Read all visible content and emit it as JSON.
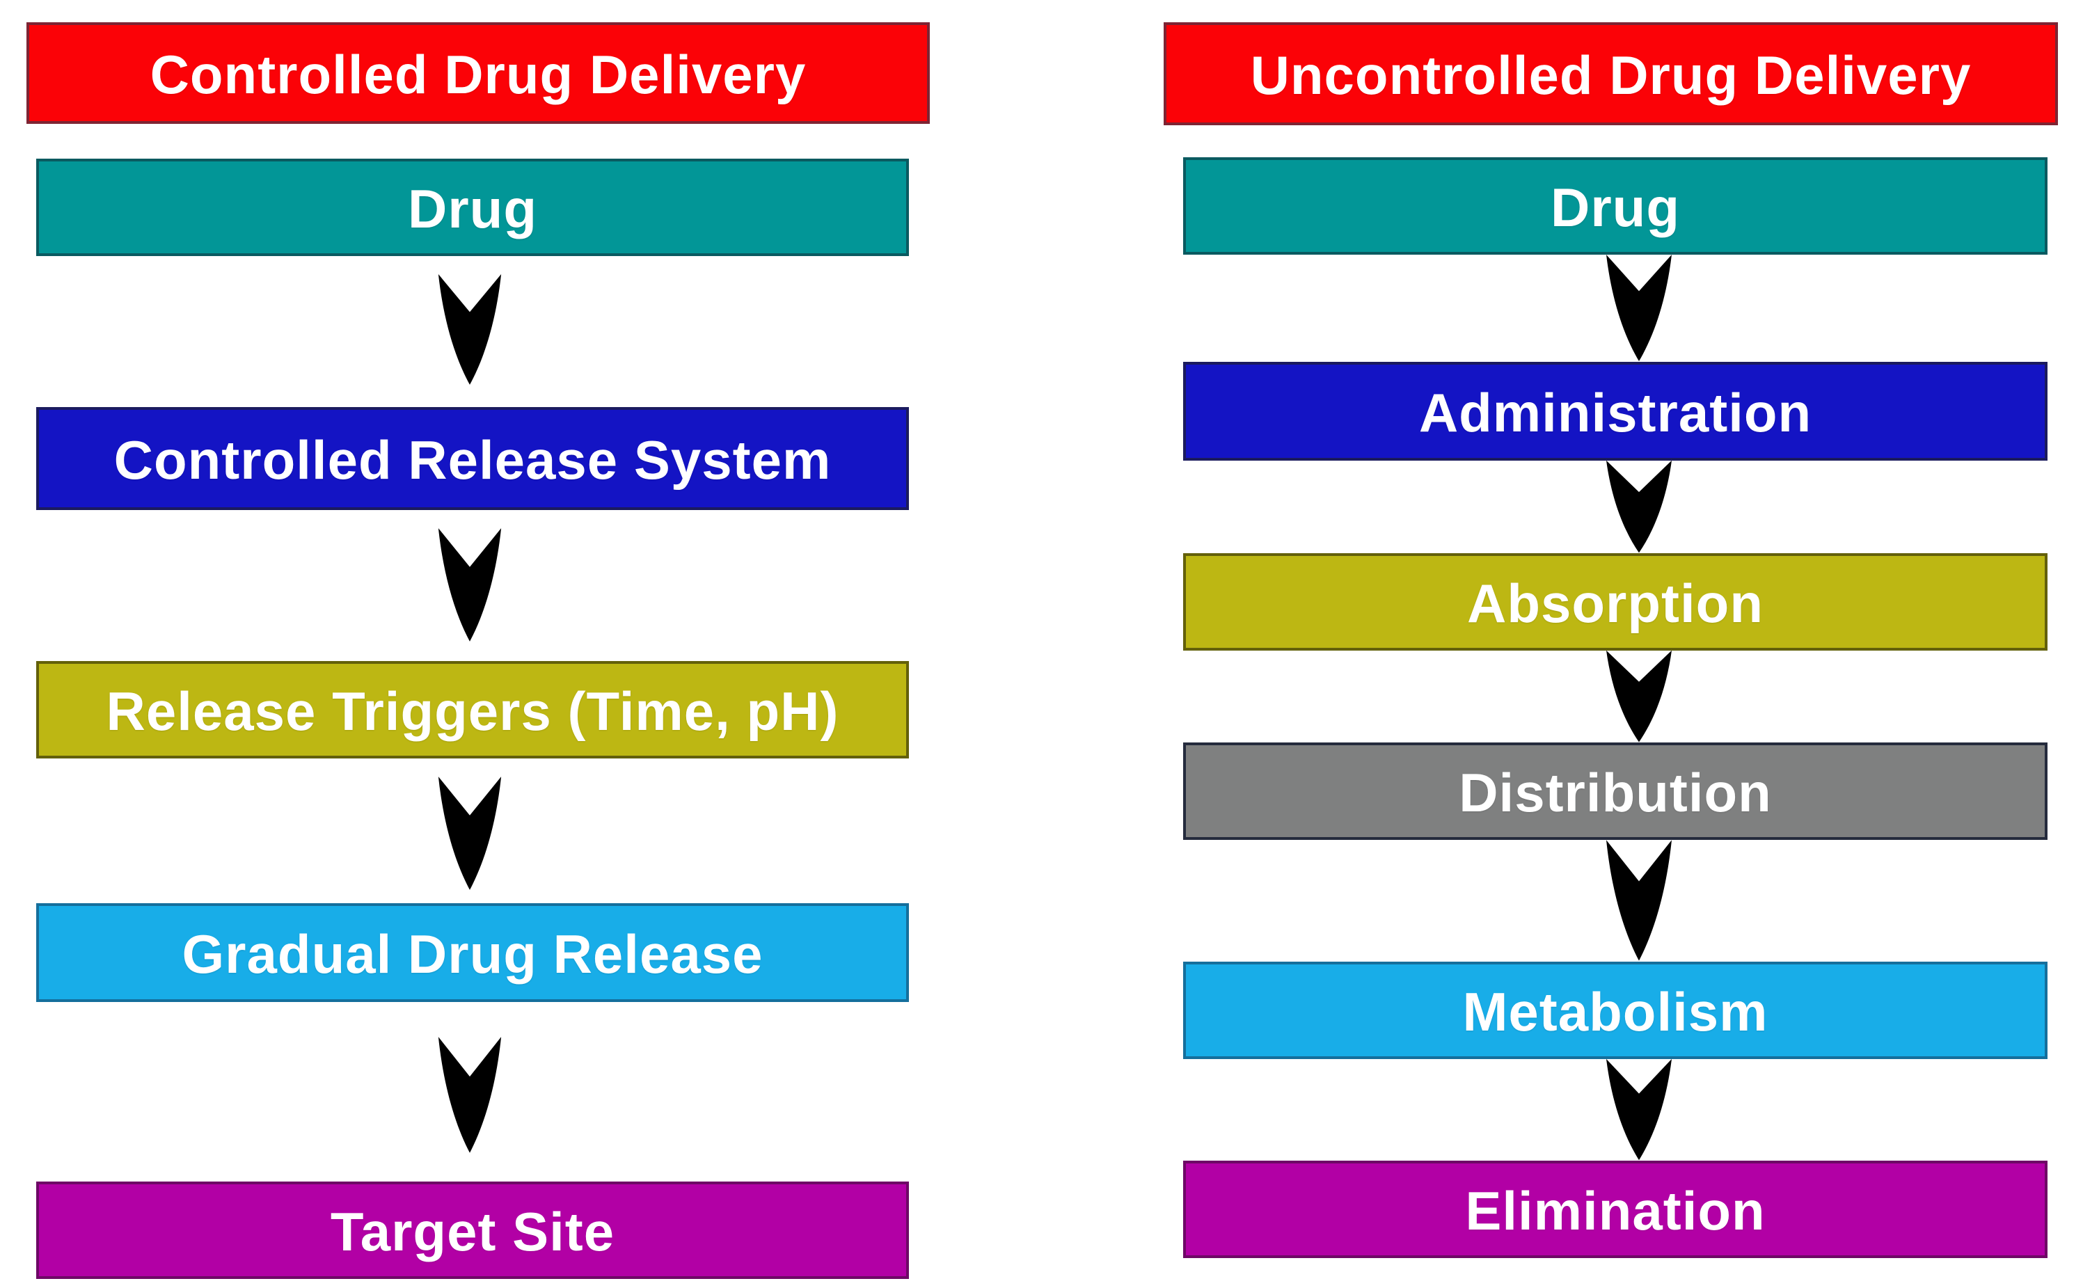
{
  "page": {
    "background": "#FFFFFF",
    "text_color": "#FFFFFF"
  },
  "colors": {
    "red": "#FB0207",
    "red_border": "#7E2433",
    "teal": "#029697",
    "teal_border": "#0A5A60",
    "blue": "#1414C4",
    "blue_border": "#1B1B5E",
    "yellow": "#BDB713",
    "yellow_border": "#63600A",
    "gray": "#7F8080",
    "gray_border": "#252B3D",
    "cyan": "#18ADE8",
    "cyan_border": "#156F9C",
    "magenta": "#B200A5",
    "magenta_border": "#6E0866",
    "arrow": "#000000"
  },
  "left_flow": {
    "title": "Controlled Drug Delivery",
    "steps": [
      {
        "label": "Drug"
      },
      {
        "label": "Controlled Release System"
      },
      {
        "label": "Release Triggers (Time, pH)"
      },
      {
        "label": "Gradual Drug Release"
      },
      {
        "label": "Target Site"
      }
    ]
  },
  "right_flow": {
    "title": "Uncontrolled Drug Delivery",
    "steps": [
      {
        "label": "Drug"
      },
      {
        "label": "Administration"
      },
      {
        "label": "Absorption"
      },
      {
        "label": "Distribution"
      },
      {
        "label": "Metabolism"
      },
      {
        "label": "Elimination"
      }
    ]
  }
}
